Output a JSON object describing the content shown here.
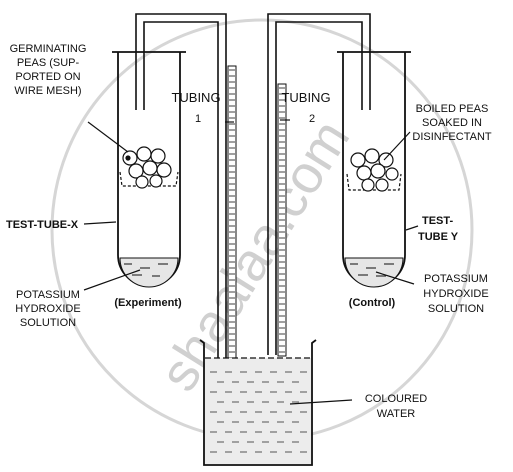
{
  "watermark": {
    "text": "shaalaa.com",
    "color": "#d0d0d0"
  },
  "labels": {
    "germinating_peas": [
      "GERMINATING",
      "PEAS (SUP-",
      "PORTED ON",
      "WIRE MESH)"
    ],
    "tubing_1": [
      "TUBING",
      "1"
    ],
    "tubing_2": [
      "TUBING",
      "2"
    ],
    "boiled_peas": [
      "BOILED PEAS",
      "SOAKED IN",
      "DISINFECTANT"
    ],
    "test_tube_x": "TEST-TUBE-X",
    "test_tube_y": [
      "TEST-",
      "TUBE Y"
    ],
    "koh_left": [
      "POTASSIUM",
      "HYDROXIDE",
      "SOLUTION"
    ],
    "koh_right": [
      "POTASSIUM",
      "HYDROXIDE",
      "SOLUTION"
    ],
    "experiment": "(Experiment)",
    "control": "(Control)",
    "coloured_water": [
      "COLOURED",
      "WATER"
    ]
  },
  "colors": {
    "ink": "#111111",
    "watermark": "#d0d0d0"
  }
}
